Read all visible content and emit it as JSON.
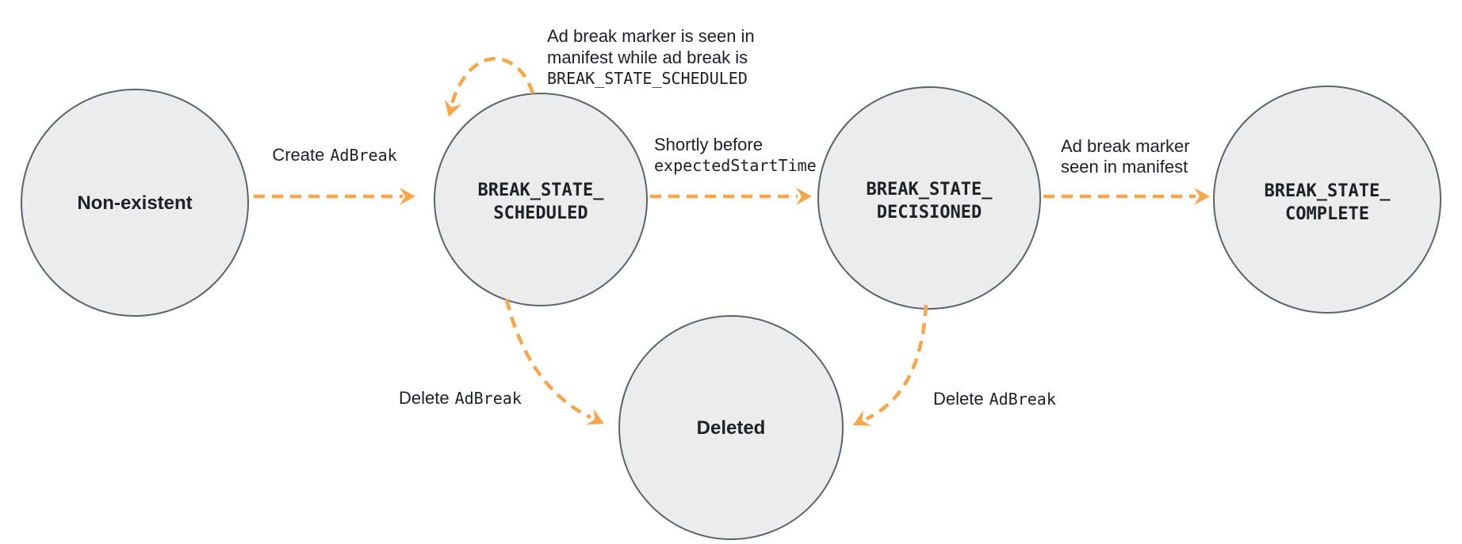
{
  "diagram": {
    "colors": {
      "background": "#ffffff",
      "node_fill": "#ececec",
      "node_stroke": "#5f6368",
      "arrow": "#f7a64b",
      "text": "#202124"
    },
    "states": {
      "non_existent": {
        "label": "Non-existent"
      },
      "scheduled": {
        "line1": "BREAK_STATE_",
        "line2": "SCHEDULED"
      },
      "decisioned": {
        "line1": "BREAK_STATE_",
        "line2": "DECISIONED"
      },
      "complete": {
        "line1": "BREAK_STATE_",
        "line2": "COMPLETE"
      },
      "deleted": {
        "label": "Deleted"
      }
    },
    "transitions": {
      "create_adbreak": {
        "plain": "Create",
        "code": "AdBreak"
      },
      "marker_seen_while_scheduled": {
        "line1": "Ad break marker is seen in",
        "line2": "manifest while ad break is",
        "line3": "BREAK_STATE_SCHEDULED"
      },
      "shortly_before_start": {
        "line1": "Shortly before",
        "line2_code": "expectedStartTime"
      },
      "marker_seen": {
        "line1": "Ad break marker",
        "line2": "seen in manifest"
      },
      "delete_from_scheduled": {
        "plain": "Delete",
        "code": "AdBreak"
      },
      "delete_from_decisioned": {
        "plain": "Delete",
        "code": "AdBreak"
      }
    }
  }
}
